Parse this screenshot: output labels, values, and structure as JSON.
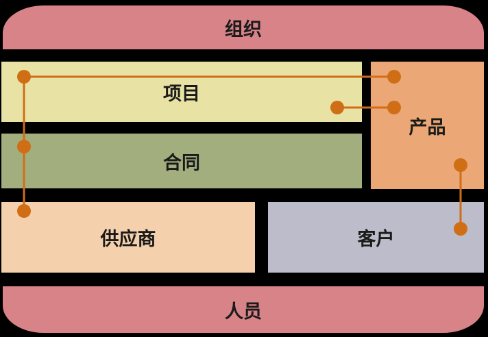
{
  "diagram": {
    "labels": {
      "organization": "组织",
      "project": "项目",
      "contract": "合同",
      "product": "产品",
      "supplier": "供应商",
      "customer": "客户",
      "personnel": "人员"
    },
    "colors": {
      "background": "#000000",
      "band": "#d88388",
      "project": "#e8e3a4",
      "contract": "#a3ae7f",
      "product": "#eba876",
      "supplier": "#f5d0ac",
      "customer": "#bcbcca",
      "connector": "#d06e16"
    }
  }
}
